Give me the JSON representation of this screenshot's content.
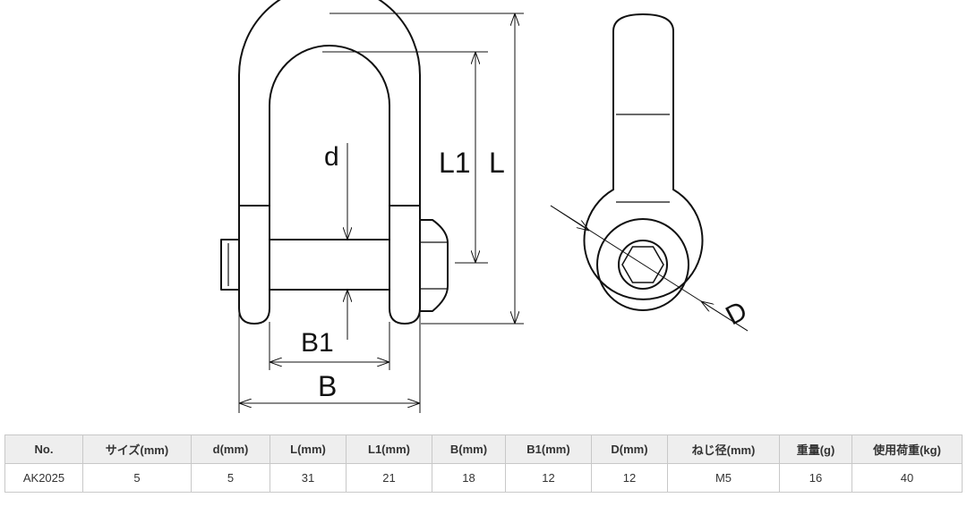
{
  "drawing": {
    "labels": {
      "d": "d",
      "L1": "L1",
      "L": "L",
      "B1": "B1",
      "B": "B",
      "D": "D"
    }
  },
  "table": {
    "headers": [
      "No.",
      "サイズ(mm)",
      "d(mm)",
      "L(mm)",
      "L1(mm)",
      "B(mm)",
      "B1(mm)",
      "D(mm)",
      "ねじ径(mm)",
      "重量(g)",
      "使用荷重(kg)"
    ],
    "rows": [
      [
        "AK2025",
        "5",
        "5",
        "31",
        "21",
        "18",
        "12",
        "12",
        "M5",
        "16",
        "40"
      ]
    ]
  }
}
